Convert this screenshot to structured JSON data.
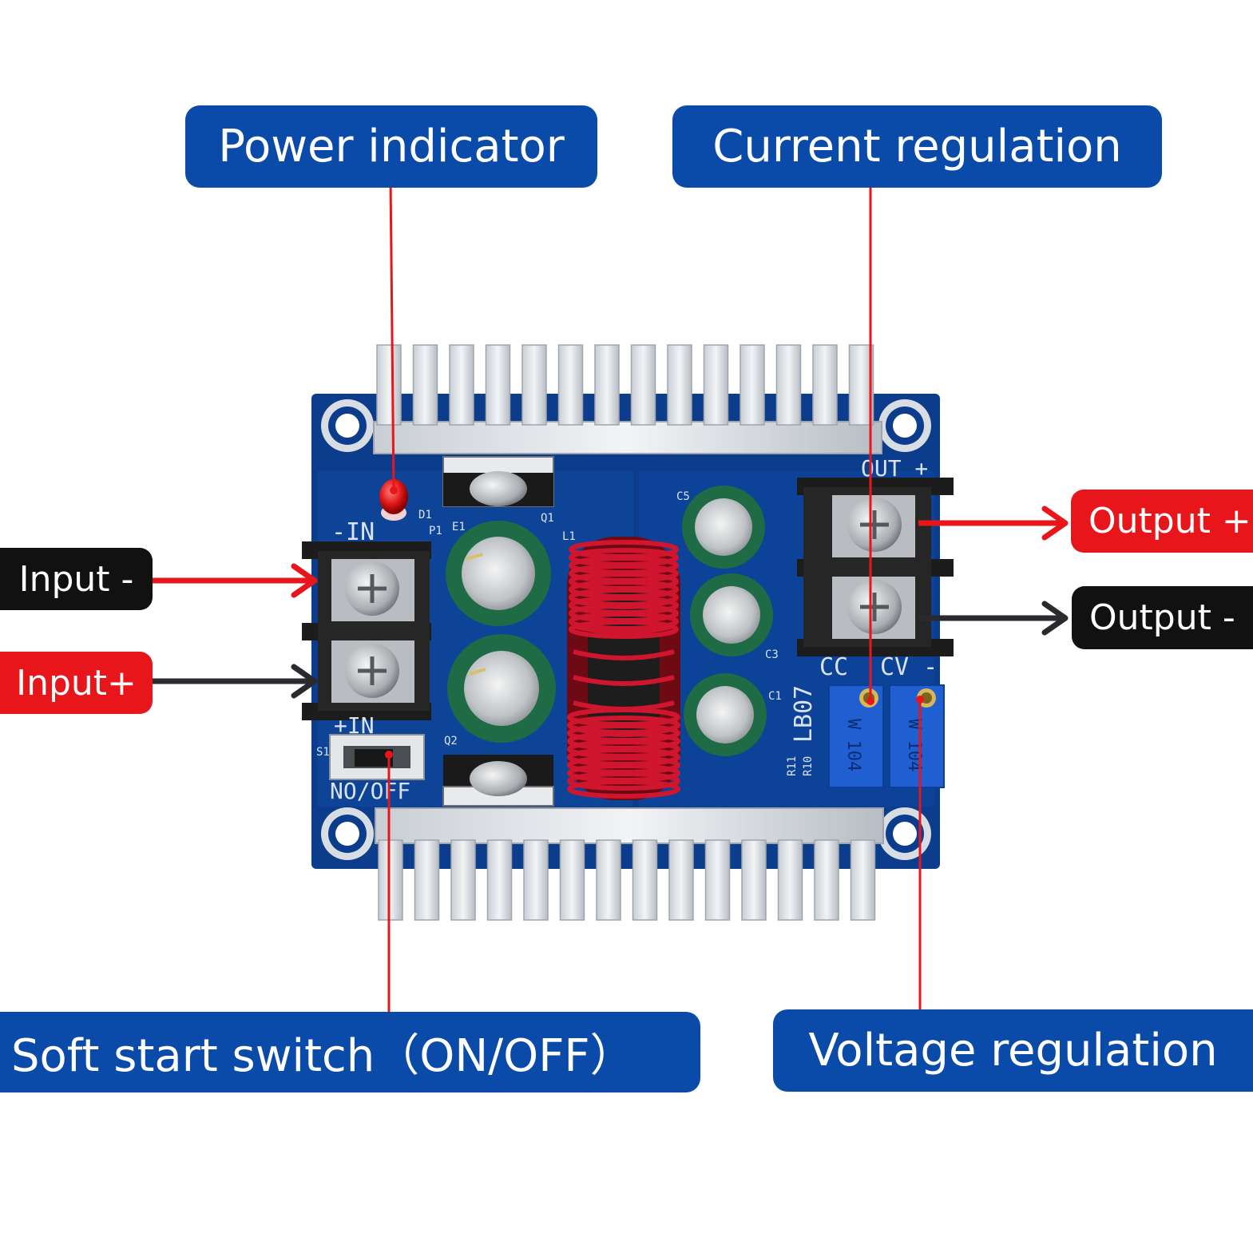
{
  "callouts": {
    "power_indicator": "Power indicator",
    "current_regulation": "Current regulation",
    "soft_start_switch": "Soft start switch（ON/OFF）",
    "voltage_regulation": "Voltage regulation",
    "input_minus": "Input -",
    "input_plus": "Input+",
    "output_plus": "Output +",
    "output_minus": "Output -"
  },
  "pcb_silkscreen": {
    "in_minus": "-IN",
    "in_plus": "+IN",
    "out_plus": "OUT +",
    "cc": "CC",
    "cv": "CV -",
    "switch_label": "NO/OFF",
    "board_id": "LB07",
    "d1": "D1",
    "p1": "P1",
    "e1": "E1",
    "q1": "Q1",
    "q2": "Q2",
    "l1": "L1",
    "s1": "S1",
    "c1": "C1",
    "c3": "C3",
    "c5": "C5",
    "r11": "R11",
    "r10": "R10",
    "pot_marking": "W 104"
  },
  "colors": {
    "callout_blue": "#0a4aa8",
    "callout_red": "#e8161b",
    "callout_black": "#111111",
    "leader_red": "#e8161b",
    "leader_dark": "#2a2a2e",
    "pcb_blue": "#0c3d8c",
    "heatsink": "#d9dde2",
    "inductor_wire": "#c8102e",
    "capacitor_green": "#1f6b45",
    "trimpot_blue": "#1f5fd1"
  }
}
